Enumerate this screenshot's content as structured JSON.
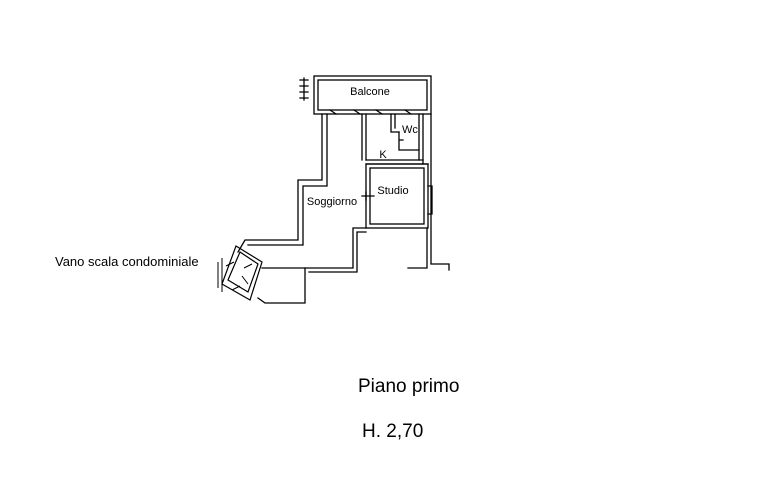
{
  "rooms": {
    "balcone": "Balcone",
    "wc": "Wc",
    "k": "K",
    "studio": "Studio",
    "soggiorno": "Soggiorno"
  },
  "stair_label": "Vano scala condominiale",
  "floor_title": "Piano primo",
  "height_label": "H. 2,70"
}
